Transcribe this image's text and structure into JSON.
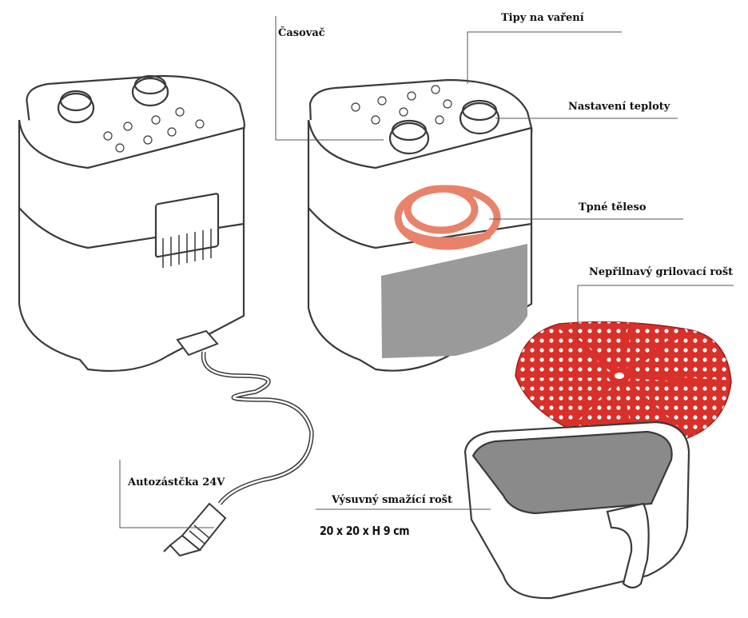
{
  "labels": {
    "timer": "Časovač",
    "cooking_tips": "Tipy na vaření",
    "temperature": "Nastavení teploty",
    "heating_element": "Tpné těleso",
    "grill_rack": "Nepřilnavý grilovací rošt",
    "car_plug": "Autozástčka 24V",
    "basket": "Výsuvný smažící rošt",
    "basket_dims": "20 x 20 x H 9 cm"
  },
  "colors": {
    "outline": "#3a3a3a",
    "leader": "#555555",
    "coil": "#e8826a",
    "rack": "#d9302a",
    "window": "#9a9a9a",
    "basket_inner": "#8a8a8a"
  },
  "icons": [
    "air-fryer-left-view",
    "air-fryer-right-view",
    "heating-coil",
    "grill-rack",
    "fry-basket",
    "car-plug",
    "power-cord"
  ]
}
